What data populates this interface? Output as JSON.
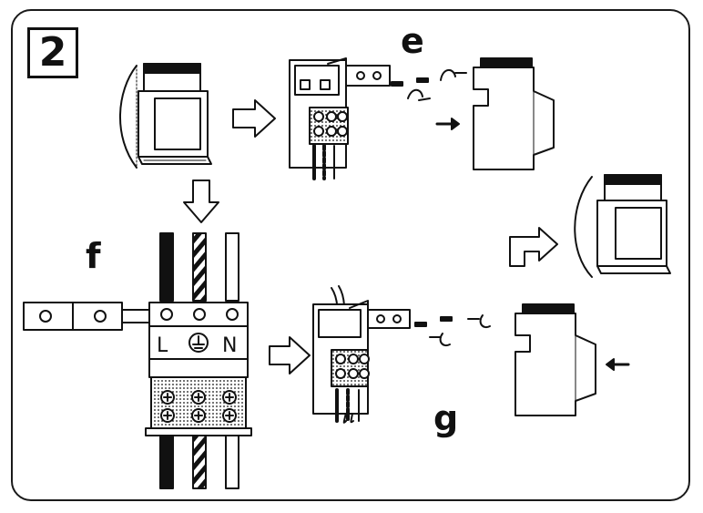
{
  "step": {
    "number": "2"
  },
  "labels": {
    "e": "e",
    "f": "f",
    "g": "g"
  },
  "terminals": {
    "left": "L",
    "right": "N"
  },
  "colors": {
    "line": "#111111",
    "background": "#ffffff"
  },
  "icons": [
    "earth-symbol-icon",
    "screw-icon",
    "arrow-right-icon",
    "arrow-down-icon",
    "curved-arrow-icon"
  ]
}
